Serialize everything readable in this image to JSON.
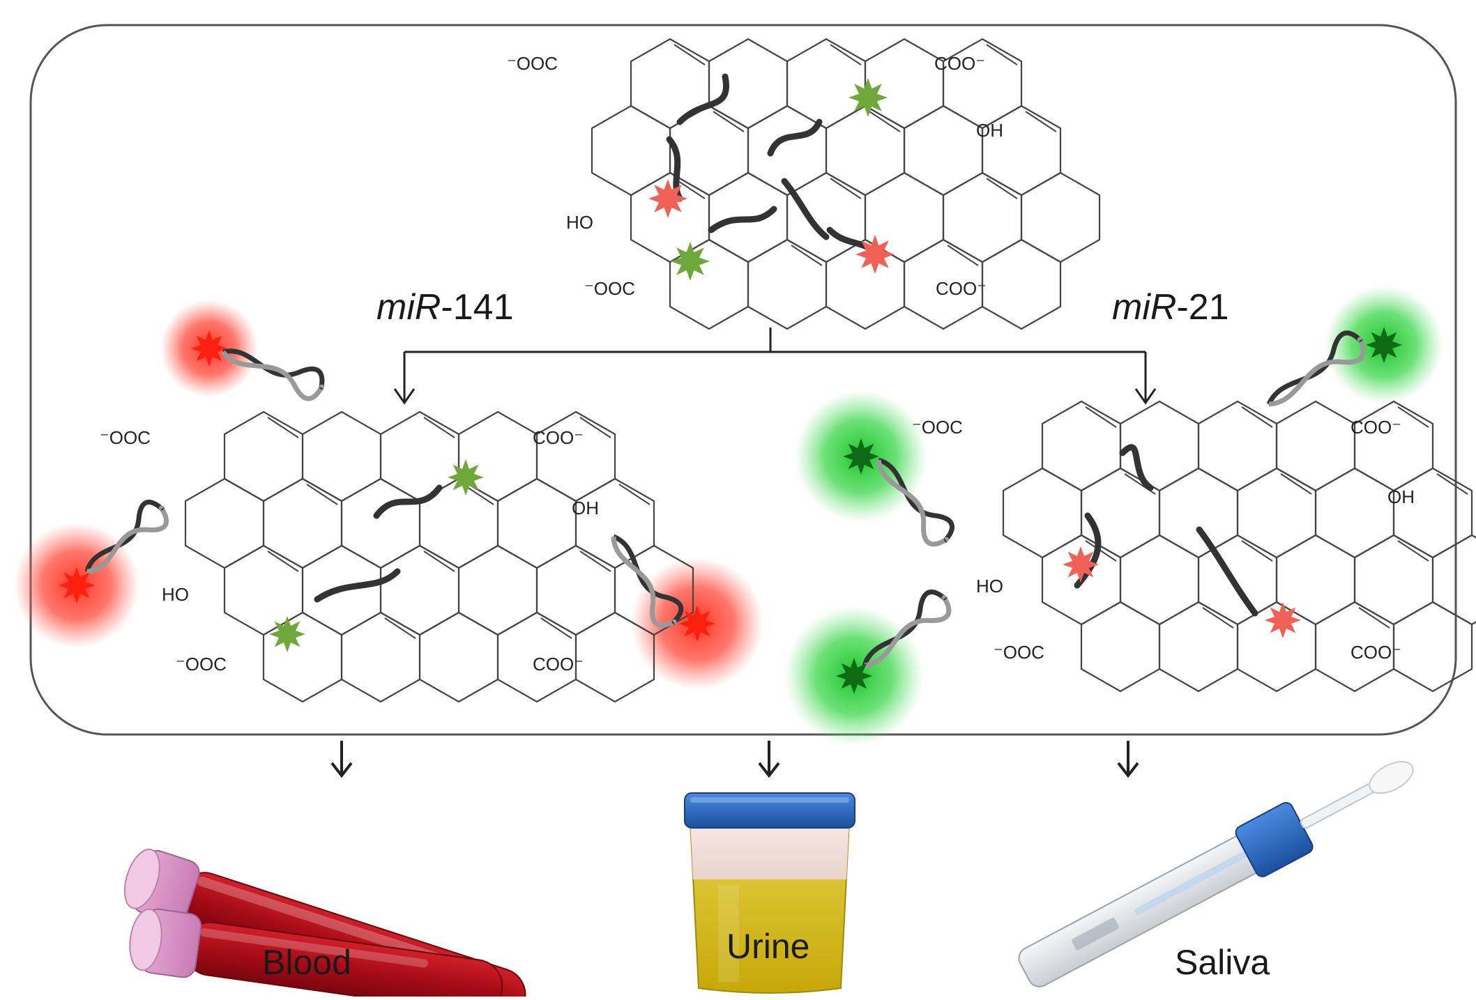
{
  "labels": {
    "mir_left_prefix": "miR",
    "mir_left_suffix": "-141",
    "mir_right_prefix": "miR",
    "mir_right_suffix": "-21"
  },
  "chem_groups": {
    "coo_minus_left": "⁻OOC",
    "coo_minus_right": "COO⁻",
    "oh_right": "OH",
    "ho_left": "HO"
  },
  "samples": [
    {
      "label": "Blood"
    },
    {
      "label": "Urine"
    },
    {
      "label": "Saliva"
    }
  ],
  "colors": {
    "mir141_probe": "#f06055",
    "mir21_probe": "#6fa83a",
    "red_glow": "#ff2a1a",
    "green_glow": "#18c62a",
    "frame": "#555555",
    "blood": "#b0101a",
    "urine": "#d9c21a",
    "cap_blue": "#2f6fc8"
  }
}
